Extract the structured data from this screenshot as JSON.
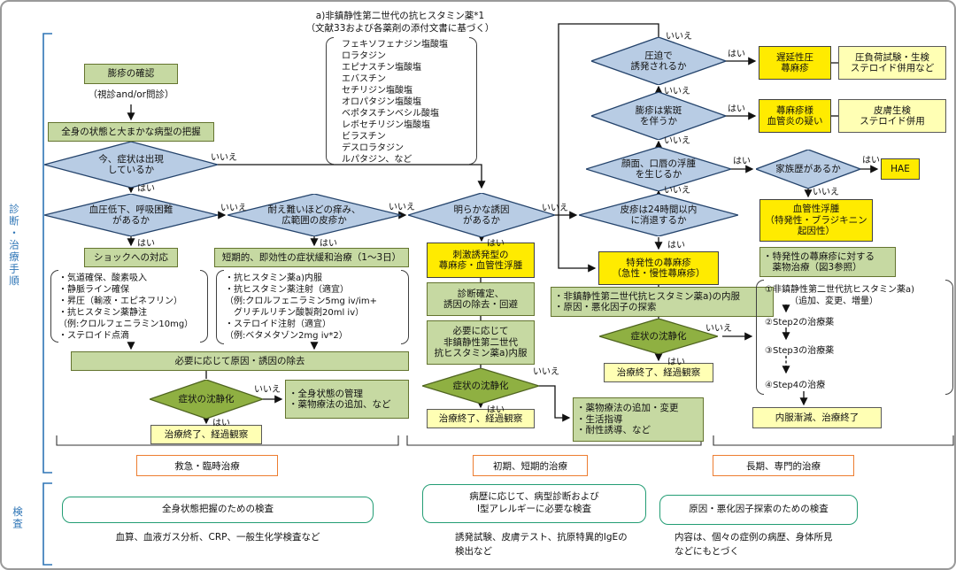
{
  "side": {
    "procedure_label": "診断・治療手順",
    "test_label": "検査"
  },
  "labels": {
    "yes": "はい",
    "no": "いいえ"
  },
  "note": {
    "title": "a)非鎮静性第二世代の抗ヒスタミン薬*1\n（文献33および各薬剤の添付文書に基づく）",
    "drugs": "フェキソフェナジン塩酸塩\nロラタジン\nエピナスチン塩酸塩\nエバスチン\nセチリジン塩酸塩\nオロパタジン塩酸塩\nベポタスチンベシル酸塩\nレボセチリジン塩酸塩\nビラスチン\nデスロラタジン\nルパタジン、など"
  },
  "nodes": {
    "confirm": "膨疹の確認",
    "visual": "（視診and/or問診）",
    "grasp": "全身の状態と大まかな病型の把握",
    "q_now": "今、症状は出現\nしているか",
    "q_shock": "血圧低下、呼吸困難\nがあるか",
    "shock": "ショックへの対応",
    "shock_list": "・気道確保、酸素吸入\n・静脈ライン確保\n・昇圧（輸液・エピネフリン）\n・抗ヒスタミン薬静注\n（例:クロルフェニラミン10mg）\n・ステロイド点滴",
    "q_itch": "耐え難いほどの痒み、\n広範囲の皮疹か",
    "short": "短期的、即効性の症状緩和治療（1〜3日）",
    "short_list": "・抗ヒスタミン薬a)内服\n・抗ヒスタミン薬注射（適宜）\n（例:クロルフェニラミン5mg iv/im+\n　グリチルリチン酸製剤20ml iv）\n・ステロイド注射（適宜）\n（例:ベタメタゾン2mg iv*2）",
    "remove": "必要に応じて原因・誘因の除去",
    "q_calm1": "症状の沈静化",
    "manage": "・全身状態の管理\n・薬物療法の追加、など",
    "end1": "治療終了、経過観察",
    "q_cause": "明らかな誘因\nがあるか",
    "stim": "刺激誘発型の\n蕁麻疹・血管性浮腫",
    "dxfix": "診断確定、\n誘因の除去・回避",
    "prn": "必要に応じて\n非鎮静性第二世代\n抗ヒスタミン薬a)内服",
    "q_calm2": "症状の沈静化",
    "end2": "治療終了、経過観察",
    "q_24h": "皮疹は24時間以内\nに消退するか",
    "idio": "特発性の蕁麻疹\n（急性・慢性蕁麻疹）",
    "idio_rx": "・非鎮静性第二世代抗ヒスタミン薬a)の内服\n・原因・悪化因子の探索",
    "q_calm3": "症状の沈静化",
    "end3": "治療終了、経過観察",
    "modify": "・薬物療法の追加・変更\n・生活指導\n・耐性誘導、など",
    "q_press": "圧迫で\n誘発されるか",
    "delayed": "遅延性圧\n蕁麻疹",
    "delayed_t": "圧負荷試験・生検\nステロイド併用など",
    "q_purp": "膨疹は紫斑\nを伴うか",
    "vascu": "蕁麻疹様\n血管炎の疑い",
    "vascu_t": "皮膚生検\nステロイド併用",
    "q_face": "顔面、口唇の浮腫\nを生じるか",
    "q_fam": "家族歴があるか",
    "hae": "HAE",
    "angio": "血管性浮腫\n（特発性・ブラジキニン\n起因性）",
    "fig3": "・特発性の蕁麻疹に対する\n　薬物治療（図3参照）",
    "step1": "①非鎮静性第二世代抗ヒスタミン薬a)",
    "step1b": "（追加、変更、増量）",
    "step2": "②Step2の治療薬",
    "step3": "③Step3の治療薬",
    "step4": "④Step4の治療",
    "taper": "内服漸減、治療終了"
  },
  "sections": {
    "emergency": "救急・臨時治療",
    "initial": "初期、短期的治療",
    "longterm": "長期、専門的治療"
  },
  "tests": {
    "t1_box": "全身状態把握のための検査",
    "t1_note": "血算、血液ガス分析、CRP、一般生化学検査など",
    "t2_box": "病歴に応じて、病型診断および\nI型アレルギーに必要な検査",
    "t2_note": "誘発試験、皮膚テスト、抗原特異的IgEの\n検出など",
    "t3_box": "原因・悪化因子探索のための検査",
    "t3_note": "内容は、個々の症例の病歴、身体所見\nなどにもとづく"
  },
  "colors": {
    "green_fill": "#c6d9a2",
    "blue_fill": "#b8cce4",
    "dark_green_fill": "#8fb042",
    "yellow_fill": "#ffeb00",
    "pale_yellow_fill": "#ffffb4",
    "orange_border": "#ed7d31",
    "teal_border": "#239d74",
    "blue_label": "#2e75b6"
  }
}
